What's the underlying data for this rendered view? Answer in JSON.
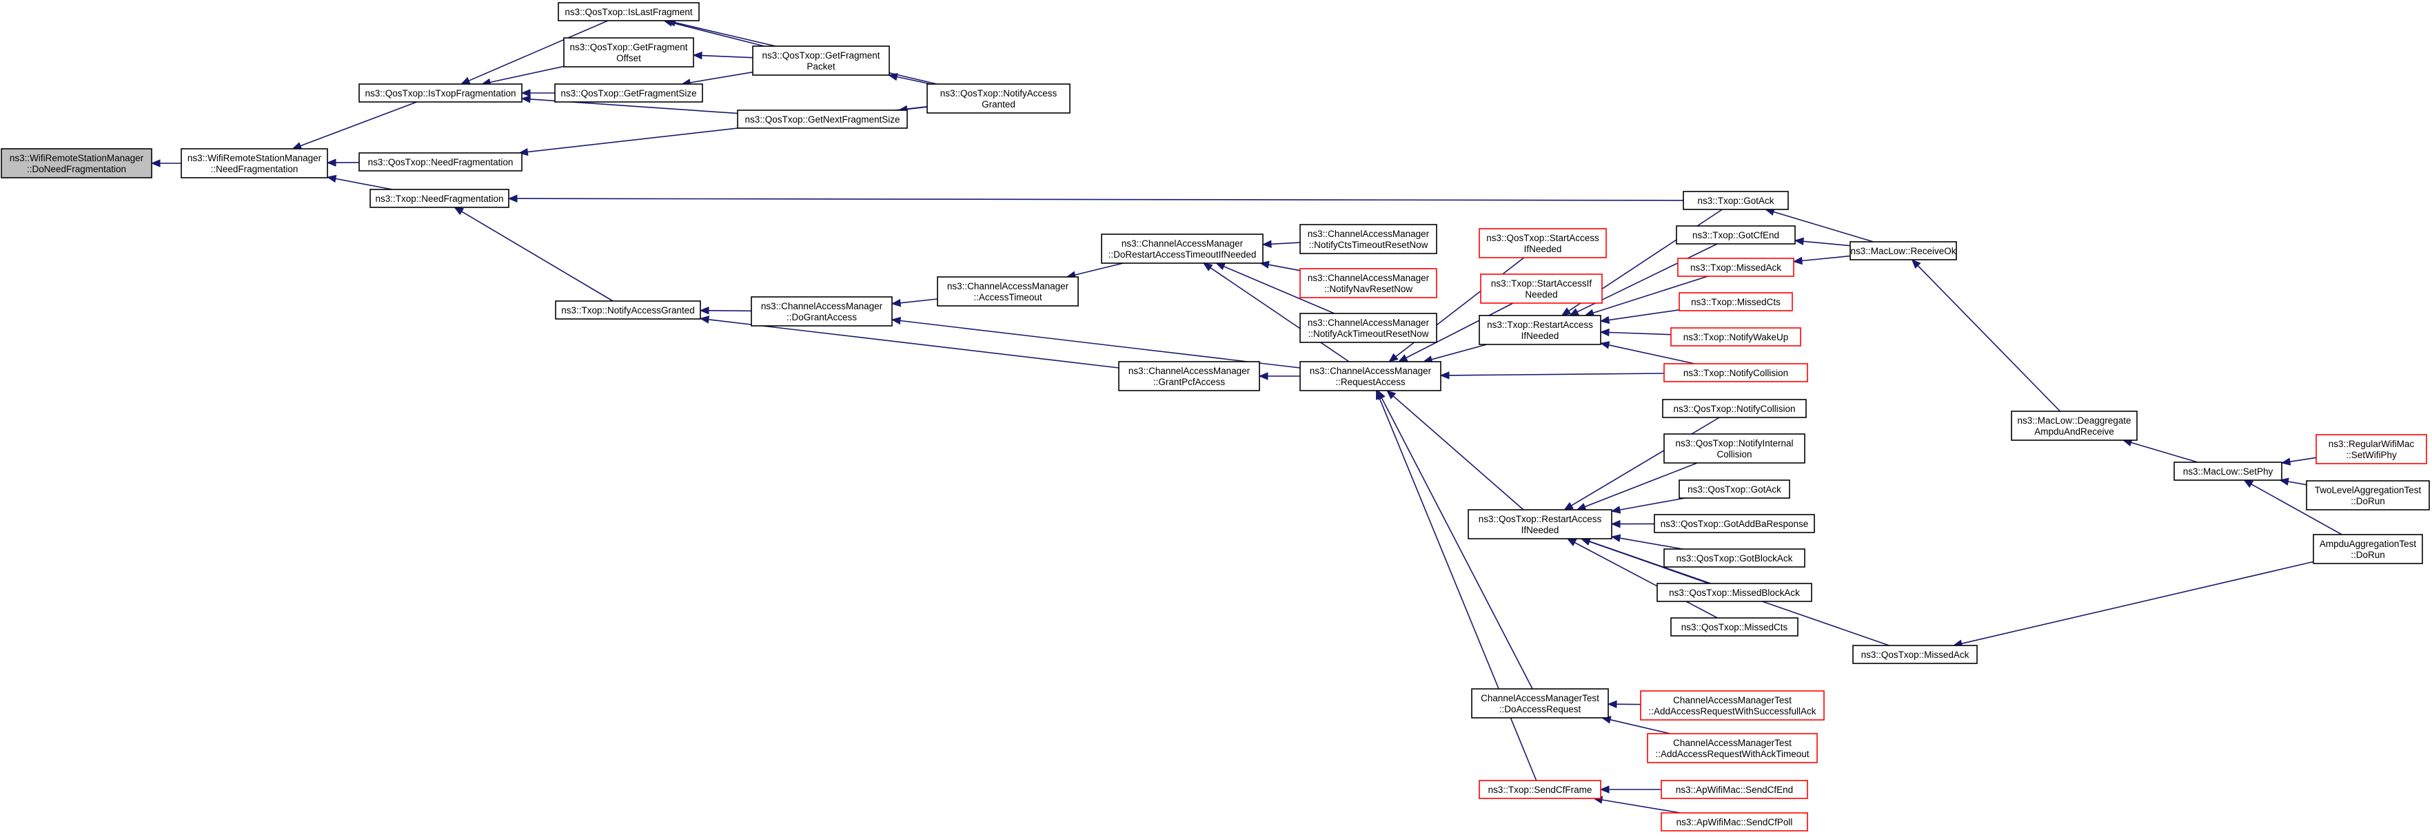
{
  "colors": {
    "edge": "#191970",
    "border_normal": "#000000",
    "border_truncated": "#ff0000",
    "fill_normal": "#ffffff",
    "fill_focus": "#bfbfbf"
  },
  "nodes": [
    {
      "id": "n0",
      "kind": "focus",
      "lines": [
        "ns3::WifiRemoteStationManager",
        "::DoNeedFragmentation"
      ]
    },
    {
      "id": "n1",
      "kind": "normal",
      "lines": [
        "ns3::WifiRemoteStationManager",
        "::NeedFragmentation"
      ]
    },
    {
      "id": "n2",
      "kind": "normal",
      "lines": [
        "ns3::QosTxop::IsTxopFragmentation"
      ]
    },
    {
      "id": "n3",
      "kind": "normal",
      "lines": [
        "ns3::QosTxop::NeedFragmentation"
      ]
    },
    {
      "id": "n4",
      "kind": "normal",
      "lines": [
        "ns3::Txop::NeedFragmentation"
      ]
    },
    {
      "id": "n5",
      "kind": "normal",
      "lines": [
        "ns3::QosTxop::IsLastFragment"
      ]
    },
    {
      "id": "n6",
      "kind": "normal",
      "lines": [
        "ns3::QosTxop::GetFragment",
        "Offset"
      ]
    },
    {
      "id": "n7",
      "kind": "normal",
      "lines": [
        "ns3::QosTxop::GetFragmentSize"
      ]
    },
    {
      "id": "n8",
      "kind": "normal",
      "lines": [
        "ns3::QosTxop::GetNextFragmentSize"
      ]
    },
    {
      "id": "n9",
      "kind": "normal",
      "lines": [
        "ns3::QosTxop::GetFragment",
        "Packet"
      ]
    },
    {
      "id": "n10",
      "kind": "normal",
      "lines": [
        "ns3::QosTxop::NotifyAccess",
        "Granted"
      ]
    },
    {
      "id": "n11",
      "kind": "normal",
      "lines": [
        "ns3::Txop::NotifyAccessGranted"
      ]
    },
    {
      "id": "n12",
      "kind": "normal",
      "lines": [
        "ns3::ChannelAccessManager",
        "::DoGrantAccess"
      ]
    },
    {
      "id": "n13",
      "kind": "normal",
      "lines": [
        "ns3::ChannelAccessManager",
        "::GrantPcfAccess"
      ]
    },
    {
      "id": "n14",
      "kind": "normal",
      "lines": [
        "ns3::ChannelAccessManager",
        "::AccessTimeout"
      ]
    },
    {
      "id": "n15",
      "kind": "normal",
      "lines": [
        "ns3::ChannelAccessManager",
        "::DoRestartAccessTimeoutIfNeeded"
      ]
    },
    {
      "id": "n16",
      "kind": "normal",
      "lines": [
        "ns3::ChannelAccessManager",
        "::RequestAccess"
      ]
    },
    {
      "id": "n17",
      "kind": "normal",
      "lines": [
        "ns3::ChannelAccessManager",
        "::NotifyCtsTimeoutResetNow"
      ]
    },
    {
      "id": "n18",
      "kind": "truncated",
      "lines": [
        "ns3::ChannelAccessManager",
        "::NotifyNavResetNow"
      ]
    },
    {
      "id": "n19",
      "kind": "normal",
      "lines": [
        "ns3::ChannelAccessManager",
        "::NotifyAckTimeoutResetNow"
      ]
    },
    {
      "id": "n20",
      "kind": "truncated",
      "lines": [
        "ns3::QosTxop::StartAccess",
        "IfNeeded"
      ]
    },
    {
      "id": "n21",
      "kind": "truncated",
      "lines": [
        "ns3::Txop::StartAccessIf",
        "Needed"
      ]
    },
    {
      "id": "n22",
      "kind": "normal",
      "lines": [
        "ns3::Txop::RestartAccess",
        "IfNeeded"
      ]
    },
    {
      "id": "n23",
      "kind": "normal",
      "lines": [
        "ns3::QosTxop::RestartAccess",
        "IfNeeded"
      ]
    },
    {
      "id": "n24",
      "kind": "normal",
      "lines": [
        "ChannelAccessManagerTest",
        "::DoAccessRequest"
      ]
    },
    {
      "id": "n25",
      "kind": "truncated",
      "lines": [
        "ns3::Txop::SendCfFrame"
      ]
    },
    {
      "id": "n26",
      "kind": "normal",
      "lines": [
        "ns3::Txop::GotAck"
      ]
    },
    {
      "id": "n27",
      "kind": "normal",
      "lines": [
        "ns3::Txop::GotCfEnd"
      ]
    },
    {
      "id": "n28",
      "kind": "truncated",
      "lines": [
        "ns3::Txop::MissedAck"
      ]
    },
    {
      "id": "n29",
      "kind": "truncated",
      "lines": [
        "ns3::Txop::MissedCts"
      ]
    },
    {
      "id": "n30",
      "kind": "truncated",
      "lines": [
        "ns3::Txop::NotifyWakeUp"
      ]
    },
    {
      "id": "n31",
      "kind": "truncated",
      "lines": [
        "ns3::Txop::NotifyCollision"
      ]
    },
    {
      "id": "n32",
      "kind": "normal",
      "lines": [
        "ns3::QosTxop::NotifyCollision"
      ]
    },
    {
      "id": "n33",
      "kind": "normal",
      "lines": [
        "ns3::QosTxop::NotifyInternal",
        "Collision"
      ]
    },
    {
      "id": "n34",
      "kind": "normal",
      "lines": [
        "ns3::QosTxop::GotAck"
      ]
    },
    {
      "id": "n35",
      "kind": "normal",
      "lines": [
        "ns3::QosTxop::GotAddBaResponse"
      ]
    },
    {
      "id": "n36",
      "kind": "normal",
      "lines": [
        "ns3::QosTxop::GotBlockAck"
      ]
    },
    {
      "id": "n37",
      "kind": "normal",
      "lines": [
        "ns3::QosTxop::MissedBlockAck"
      ]
    },
    {
      "id": "n38",
      "kind": "normal",
      "lines": [
        "ns3::QosTxop::MissedCts"
      ]
    },
    {
      "id": "n39",
      "kind": "normal",
      "lines": [
        "ns3::QosTxop::MissedAck"
      ]
    },
    {
      "id": "n40",
      "kind": "truncated",
      "lines": [
        "ChannelAccessManagerTest",
        "::AddAccessRequestWithSuccessfullAck"
      ]
    },
    {
      "id": "n41",
      "kind": "truncated",
      "lines": [
        "ChannelAccessManagerTest",
        "::AddAccessRequestWithAckTimeout"
      ]
    },
    {
      "id": "n42",
      "kind": "truncated",
      "lines": [
        "ns3::ApWifiMac::SendCfEnd"
      ]
    },
    {
      "id": "n43",
      "kind": "truncated",
      "lines": [
        "ns3::ApWifiMac::SendCfPoll"
      ]
    },
    {
      "id": "n44",
      "kind": "normal",
      "lines": [
        "ns3::MacLow::ReceiveOk"
      ]
    },
    {
      "id": "n45",
      "kind": "normal",
      "lines": [
        "ns3::MacLow::Deaggregate",
        "AmpduAndReceive"
      ]
    },
    {
      "id": "n46",
      "kind": "normal",
      "lines": [
        "ns3::MacLow::SetPhy"
      ]
    },
    {
      "id": "n47",
      "kind": "truncated",
      "lines": [
        "ns3::RegularWifiMac",
        "::SetWifiPhy"
      ]
    },
    {
      "id": "n48",
      "kind": "normal",
      "lines": [
        "TwoLevelAggregationTest",
        "::DoRun"
      ]
    },
    {
      "id": "n49",
      "kind": "normal",
      "lines": [
        "AmpduAggregationTest",
        "::DoRun"
      ]
    }
  ],
  "edges": [
    {
      "from": "n1",
      "to": "n0"
    },
    {
      "from": "n2",
      "to": "n1"
    },
    {
      "from": "n3",
      "to": "n1"
    },
    {
      "from": "n4",
      "to": "n1"
    },
    {
      "from": "n5",
      "to": "n2"
    },
    {
      "from": "n6",
      "to": "n2"
    },
    {
      "from": "n7",
      "to": "n2"
    },
    {
      "from": "n8",
      "to": "n2"
    },
    {
      "from": "n9",
      "to": "n5"
    },
    {
      "from": "n10",
      "to": "n5"
    },
    {
      "from": "n9",
      "to": "n6"
    },
    {
      "from": "n9",
      "to": "n7"
    },
    {
      "from": "n10",
      "to": "n9"
    },
    {
      "from": "n10",
      "to": "n8"
    },
    {
      "from": "n10",
      "to": "n3"
    },
    {
      "from": "n26",
      "to": "n4"
    },
    {
      "from": "n11",
      "to": "n4"
    },
    {
      "from": "n12",
      "to": "n11"
    },
    {
      "from": "n13",
      "to": "n11"
    },
    {
      "from": "n14",
      "to": "n12"
    },
    {
      "from": "n16",
      "to": "n12"
    },
    {
      "from": "n16",
      "to": "n13"
    },
    {
      "from": "n15",
      "to": "n14"
    },
    {
      "from": "n16",
      "to": "n15"
    },
    {
      "from": "n17",
      "to": "n15"
    },
    {
      "from": "n18",
      "to": "n15"
    },
    {
      "from": "n19",
      "to": "n15"
    },
    {
      "from": "n20",
      "to": "n16"
    },
    {
      "from": "n21",
      "to": "n16"
    },
    {
      "from": "n22",
      "to": "n16"
    },
    {
      "from": "n31",
      "to": "n16"
    },
    {
      "from": "n23",
      "to": "n16"
    },
    {
      "from": "n24",
      "to": "n16"
    },
    {
      "from": "n25",
      "to": "n16"
    },
    {
      "from": "n26",
      "to": "n22"
    },
    {
      "from": "n27",
      "to": "n22"
    },
    {
      "from": "n28",
      "to": "n22"
    },
    {
      "from": "n29",
      "to": "n22"
    },
    {
      "from": "n30",
      "to": "n22"
    },
    {
      "from": "n31",
      "to": "n22"
    },
    {
      "from": "n44",
      "to": "n26"
    },
    {
      "from": "n44",
      "to": "n27"
    },
    {
      "from": "n44",
      "to": "n28"
    },
    {
      "from": "n32",
      "to": "n23"
    },
    {
      "from": "n33",
      "to": "n23"
    },
    {
      "from": "n34",
      "to": "n23"
    },
    {
      "from": "n35",
      "to": "n23"
    },
    {
      "from": "n36",
      "to": "n23"
    },
    {
      "from": "n37",
      "to": "n23"
    },
    {
      "from": "n38",
      "to": "n23"
    },
    {
      "from": "n39",
      "to": "n23"
    },
    {
      "from": "n40",
      "to": "n24"
    },
    {
      "from": "n41",
      "to": "n24"
    },
    {
      "from": "n42",
      "to": "n25"
    },
    {
      "from": "n43",
      "to": "n25"
    },
    {
      "from": "n45",
      "to": "n44"
    },
    {
      "from": "n46",
      "to": "n45"
    },
    {
      "from": "n47",
      "to": "n46"
    },
    {
      "from": "n48",
      "to": "n46"
    },
    {
      "from": "n49",
      "to": "n46"
    },
    {
      "from": "n49",
      "to": "n39"
    }
  ]
}
